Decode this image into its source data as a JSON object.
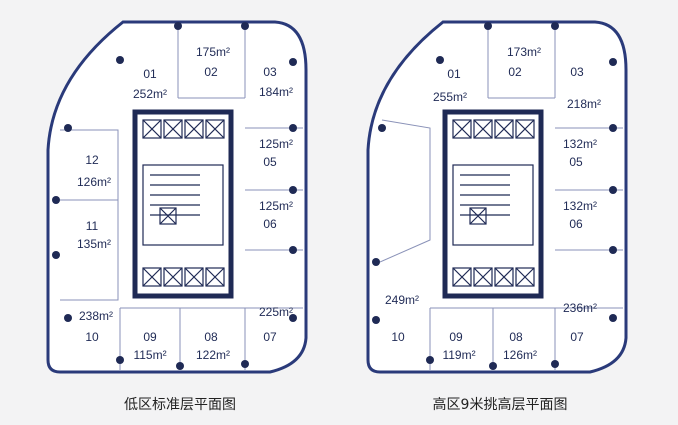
{
  "plans": [
    {
      "name": "low-zone-standard-floor",
      "caption": "低区标准层平面图",
      "rooms": [
        {
          "no": "01",
          "area": "252m²"
        },
        {
          "no": "02",
          "area": "175m²"
        },
        {
          "no": "03",
          "area": "184m²"
        },
        {
          "no": "05",
          "area": "125m²"
        },
        {
          "no": "06",
          "area": "125m²"
        },
        {
          "no": "07",
          "area": "225m²"
        },
        {
          "no": "08",
          "area": "122m²"
        },
        {
          "no": "09",
          "area": "115m²"
        },
        {
          "no": "10",
          "area": "238m²"
        },
        {
          "no": "11",
          "area": "135m²"
        },
        {
          "no": "12",
          "area": "126m²"
        }
      ]
    },
    {
      "name": "high-zone-9m-floor",
      "caption": "高区9米挑高层平面图",
      "rooms": [
        {
          "no": "01",
          "area": "255m²"
        },
        {
          "no": "02",
          "area": "173m²"
        },
        {
          "no": "03",
          "area": "218m²"
        },
        {
          "no": "05",
          "area": "132m²"
        },
        {
          "no": "06",
          "area": "132m²"
        },
        {
          "no": "07",
          "area": "236m²"
        },
        {
          "no": "08",
          "area": "126m²"
        },
        {
          "no": "09",
          "area": "119m²"
        },
        {
          "no": "10",
          "area": "249m²"
        }
      ]
    }
  ],
  "colors": {
    "ink": "#1f2a55",
    "line": "#2a3a7a",
    "background": "#f3f3f4"
  }
}
